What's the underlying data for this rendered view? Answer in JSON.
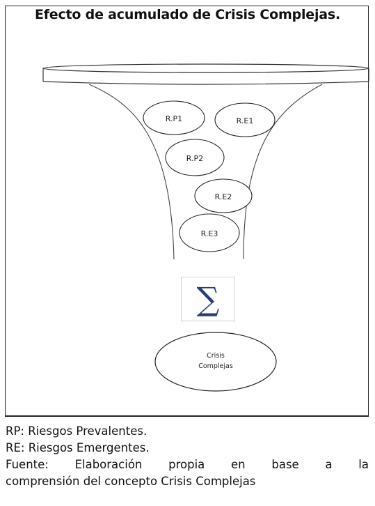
{
  "title": "Efecto de acumulado de Crisis Complejas.",
  "nodes": {
    "rp1": "R.P1",
    "re1": "R.E1",
    "rp2": "R.P2",
    "re2": "R.E2",
    "re3": "R.E3",
    "result_line1": "Crisis",
    "result_line2": "Complejas"
  },
  "sigma_symbol": "∑",
  "footer": {
    "legend_rp": "RP: Riesgos Prevalentes.",
    "legend_re": "RE: Riesgos Emergentes.",
    "source_line1": "Fuente: Elaboración propia en base a la",
    "source_line2": "comprensión del concepto Crisis Complejas"
  }
}
